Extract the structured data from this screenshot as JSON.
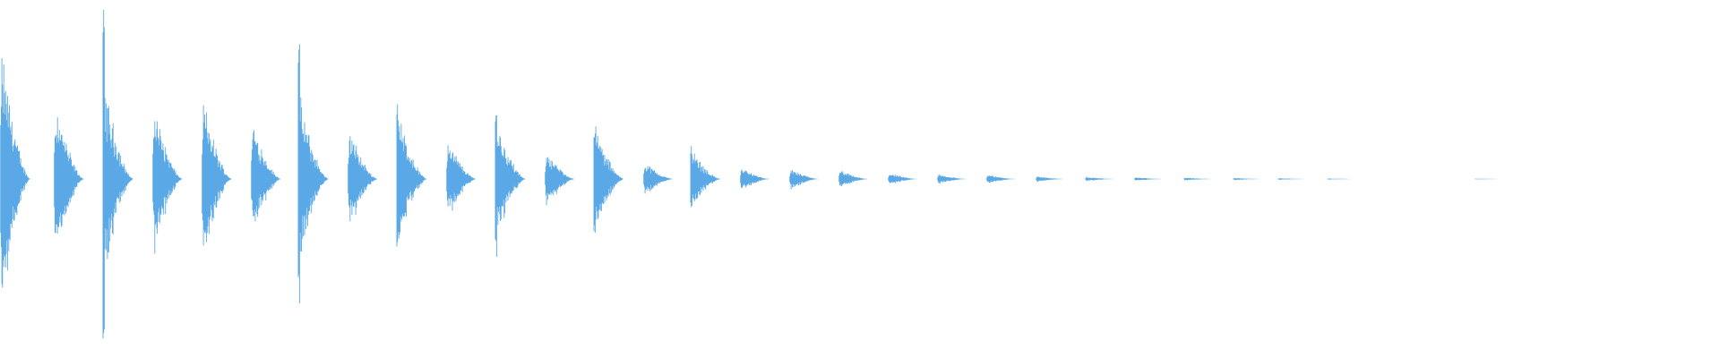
{
  "waveform": {
    "color": "#5aa9e6",
    "background": "#ffffff",
    "duration_units": 1920,
    "events": [
      {
        "start": 0,
        "amplitude": 0.9,
        "peak_amplitude": 0.9,
        "decay": 0.55
      },
      {
        "start": 60,
        "amplitude": 0.55,
        "peak_amplitude": 0.55,
        "decay": 0.5
      },
      {
        "start": 115,
        "amplitude": 0.65,
        "peak_amplitude": 1.15,
        "decay": 0.5
      },
      {
        "start": 170,
        "amplitude": 0.52,
        "peak_amplitude": 0.52,
        "decay": 0.5
      },
      {
        "start": 225,
        "amplitude": 0.55,
        "peak_amplitude": 0.55,
        "decay": 0.5
      },
      {
        "start": 280,
        "amplitude": 0.4,
        "peak_amplitude": 0.4,
        "decay": 0.5
      },
      {
        "start": 333,
        "amplitude": 0.55,
        "peak_amplitude": 0.95,
        "decay": 0.5
      },
      {
        "start": 388,
        "amplitude": 0.35,
        "peak_amplitude": 0.35,
        "decay": 0.5
      },
      {
        "start": 443,
        "amplitude": 0.45,
        "peak_amplitude": 0.5,
        "decay": 0.5
      },
      {
        "start": 498,
        "amplitude": 0.28,
        "peak_amplitude": 0.28,
        "decay": 0.5
      },
      {
        "start": 553,
        "amplitude": 0.4,
        "peak_amplitude": 0.5,
        "decay": 0.5
      },
      {
        "start": 608,
        "amplitude": 0.2,
        "peak_amplitude": 0.2,
        "decay": 0.5
      },
      {
        "start": 663,
        "amplitude": 0.35,
        "peak_amplitude": 0.4,
        "decay": 0.5
      },
      {
        "start": 718,
        "amplitude": 0.12,
        "peak_amplitude": 0.12,
        "decay": 0.5
      },
      {
        "start": 771,
        "amplitude": 0.2,
        "peak_amplitude": 0.22,
        "decay": 0.5
      },
      {
        "start": 826,
        "amplitude": 0.08,
        "peak_amplitude": 0.08,
        "decay": 0.5
      },
      {
        "start": 881,
        "amplitude": 0.07,
        "peak_amplitude": 0.07,
        "decay": 0.5
      },
      {
        "start": 936,
        "amplitude": 0.06,
        "peak_amplitude": 0.06,
        "decay": 0.5
      },
      {
        "start": 991,
        "amplitude": 0.04,
        "peak_amplitude": 0.04,
        "decay": 0.5
      },
      {
        "start": 1046,
        "amplitude": 0.035,
        "peak_amplitude": 0.035,
        "decay": 0.5
      },
      {
        "start": 1101,
        "amplitude": 0.03,
        "peak_amplitude": 0.03,
        "decay": 0.5
      },
      {
        "start": 1156,
        "amplitude": 0.02,
        "peak_amplitude": 0.02,
        "decay": 0.5
      },
      {
        "start": 1211,
        "amplitude": 0.015,
        "peak_amplitude": 0.015,
        "decay": 0.5
      },
      {
        "start": 1266,
        "amplitude": 0.012,
        "peak_amplitude": 0.012,
        "decay": 0.5
      },
      {
        "start": 1321,
        "amplitude": 0.01,
        "peak_amplitude": 0.01,
        "decay": 0.5
      },
      {
        "start": 1376,
        "amplitude": 0.008,
        "peak_amplitude": 0.008,
        "decay": 0.5
      },
      {
        "start": 1426,
        "amplitude": 0.006,
        "peak_amplitude": 0.006,
        "decay": 0.5
      },
      {
        "start": 1481,
        "amplitude": 0.004,
        "peak_amplitude": 0.004,
        "decay": 0.5
      },
      {
        "start": 1646,
        "amplitude": 0.003,
        "peak_amplitude": 0.003,
        "decay": 0.5
      }
    ]
  }
}
